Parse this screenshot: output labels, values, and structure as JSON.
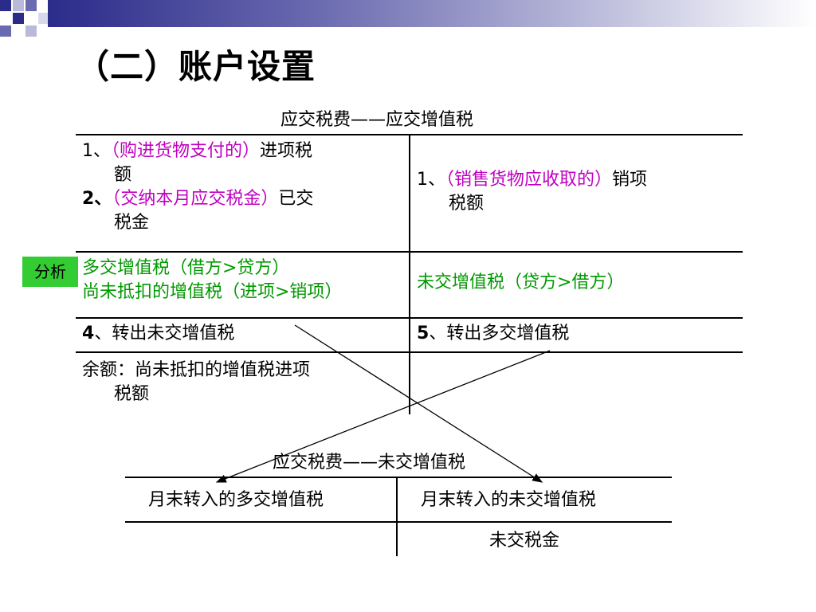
{
  "slide": {
    "title": "（二）账户设置"
  },
  "account1": {
    "name": "应交税费——应交增值税",
    "left_row1": {
      "item1_num": "1、",
      "item1_paren": "（购进货物支付的）",
      "item1_text_a": "进项税",
      "item1_text_b": "额",
      "item2_num": "2、",
      "item2_paren": "（交纳本月应交税金）",
      "item2_text_a": "已交",
      "item2_text_b": "税金"
    },
    "right_row1": {
      "item1_num": "1、",
      "item1_paren": "（销售货物应收取的）",
      "item1_text_a": "销项",
      "item1_text_b": "税额"
    },
    "left_row2": {
      "line1": "多交增值税（借方>贷方）",
      "line2": "尚未抵扣的增值税（进项>销项）"
    },
    "right_row2": {
      "line1": "未交增值税（贷方>借方）"
    },
    "left_row3": {
      "num": "4",
      "text": "、转出未交增值税"
    },
    "right_row3": {
      "num": "5",
      "text": "、转出多交增值税"
    },
    "left_row4": {
      "line1": "余额：尚未抵扣的增值税进项",
      "line2": "税额"
    }
  },
  "analysis_tag": "分析",
  "account2": {
    "name": "应交税费——未交增值税",
    "left_row1": "月末转入的多交增值税",
    "right_row1": "月末转入的未交增值税",
    "right_row2": "未交税金"
  },
  "colors": {
    "accent_magenta": "#c000c0",
    "accent_green": "#009900",
    "tag_background": "#33cc33",
    "banner_dark": "#2b2b8a"
  }
}
